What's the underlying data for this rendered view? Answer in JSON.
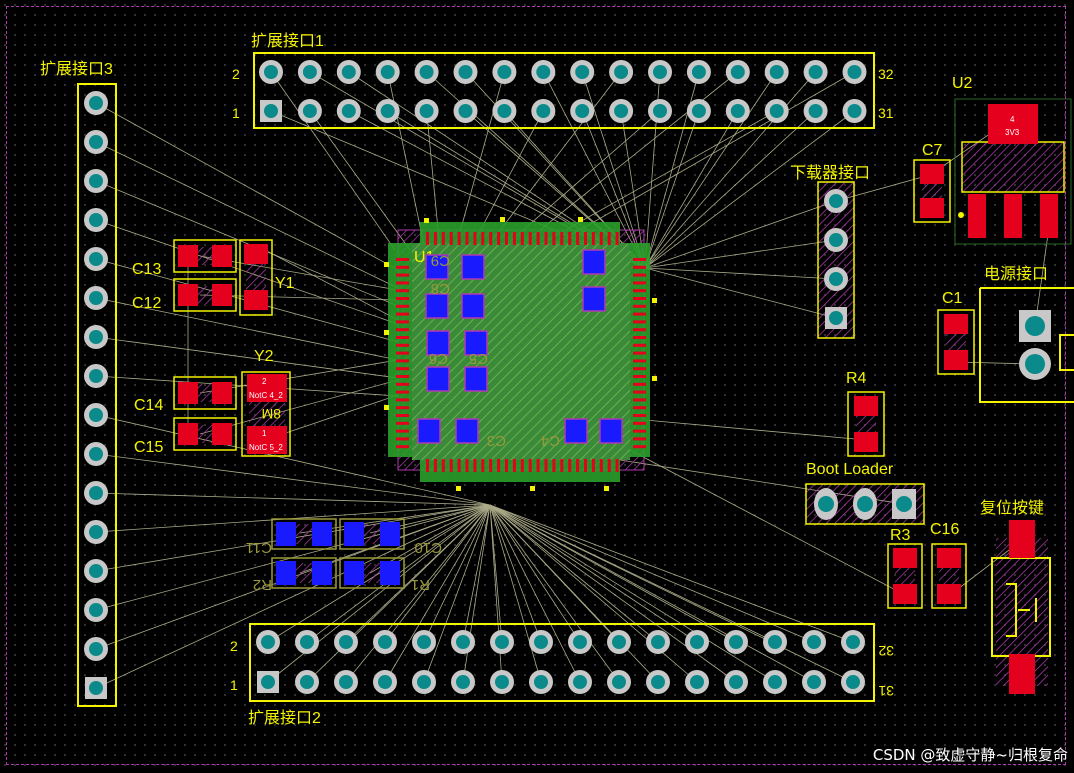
{
  "connectors": {
    "j1": {
      "label": "扩展接口1",
      "pin_first": "1",
      "pin_second": "2",
      "pin_31": "31",
      "pin_32": "32"
    },
    "j2": {
      "label": "扩展接口2",
      "pin_first": "1",
      "pin_second": "2",
      "pin_31": "31",
      "pin_32": "32"
    },
    "j3": {
      "label": "扩展接口3"
    },
    "download": {
      "label": "下载器接口"
    },
    "power": {
      "label": "电源接口"
    },
    "boot": {
      "label": "Boot Loader"
    },
    "reset": {
      "label": "复位按键"
    }
  },
  "components": {
    "u1": "U1",
    "u2": "U2",
    "u2_tab_pin": "4",
    "u2_tab_value": "3V3",
    "y1": "Y1",
    "y2": "Y2",
    "y2_pin1": "1",
    "y2_pin2": "2",
    "y2_note_top": "NotC 4_2",
    "y2_note_bottom": "NotC 5_2",
    "y2_value": "8M",
    "c1": "C1",
    "c7": "C7",
    "c12": "C12",
    "c13": "C13",
    "c14": "C14",
    "c15": "C15",
    "c16": "C16",
    "r3": "R3",
    "r4": "R4",
    "bottom_c3": "C3",
    "bottom_c4": "C4",
    "bottom_c10": "C10",
    "bottom_c11": "C11",
    "bottom_r1": "R1",
    "bottom_r2": "R2",
    "bottom_c5": "C5",
    "bottom_c6": "C6",
    "bottom_c8": "C8",
    "bottom_c9": "C9"
  },
  "watermark": "CSDN @致虚守静~归根复命",
  "colors": {
    "background": "#000000",
    "silkscreen": "#f4f400",
    "top_pad": "#e5001e",
    "bottom_pad": "#1a1aff",
    "through_hole": "#c8c8c8",
    "drill": "#0a8a8a",
    "ratsnest": "#c8c8a0",
    "board_edge": "#b03ab0",
    "polygon": "#2aa02a"
  }
}
